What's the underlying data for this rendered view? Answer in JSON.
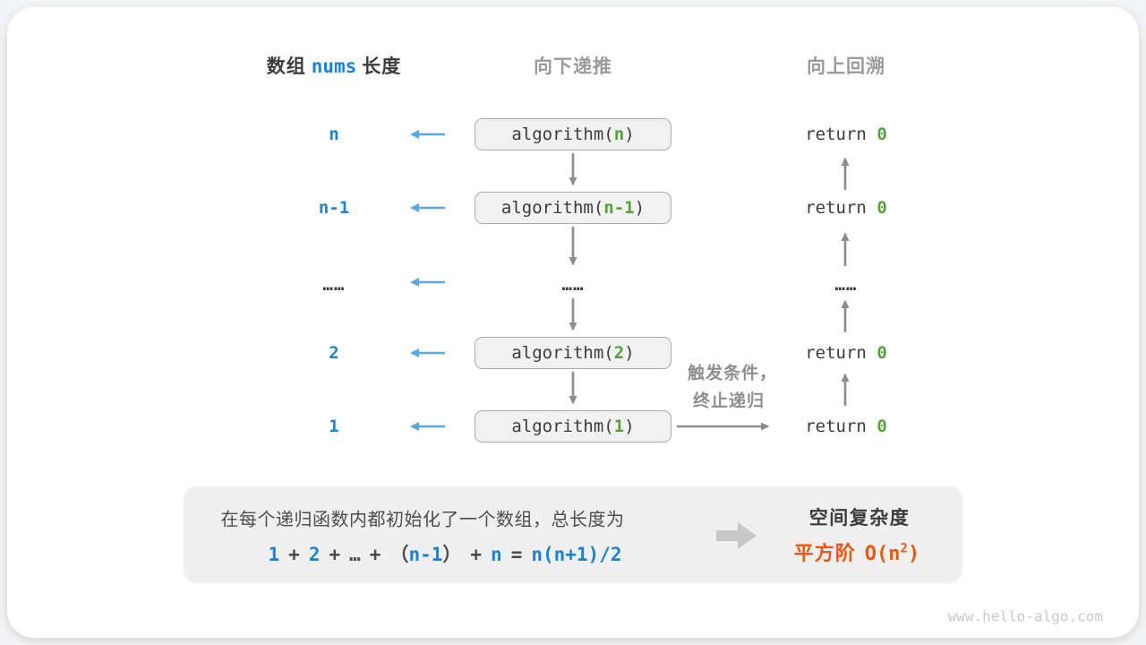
{
  "colors": {
    "blue": "#1e82d2",
    "green": "#56a03c",
    "orange": "#ee5611",
    "arrow_blue": "#5aa7e8",
    "arrow_gray": "#8c8c8c",
    "box_fill": "#f1f1f1",
    "summary_fill": "#efefef"
  },
  "headers": {
    "left_prefix": "数组",
    "left_code": "nums",
    "left_suffix": "长度",
    "middle": "向下递推",
    "right": "向上回溯"
  },
  "code": {
    "call_prefix": "algorithm(",
    "call_close": ")",
    "return_kw": "return ",
    "return_val": "0",
    "dots": "……"
  },
  "rows": [
    {
      "label": "n",
      "arg": "n"
    },
    {
      "label": "n-1",
      "arg": "n-1"
    },
    {
      "label": "……"
    },
    {
      "label": "2",
      "arg": "2"
    },
    {
      "label": "1",
      "arg": "1"
    }
  ],
  "annotation": {
    "line1": "触发条件，",
    "line2": "终止递归"
  },
  "summary": {
    "line1": "在每个递归函数内都初始化了一个数组，总长度为",
    "formula": {
      "p1": "1",
      "op1": "+",
      "p2": "2",
      "op2": "+",
      "dots": "…",
      "op3": "+",
      "open": "（",
      "p3": "n-1",
      "close": "）",
      "op4": "+",
      "p4": "n",
      "eq": "=",
      "p5": "n(n+1)/2"
    }
  },
  "result": {
    "title": "空间复杂度",
    "grade": "平方阶",
    "o_prefix": "O(n",
    "o_sup": "2",
    "o_close": ")"
  },
  "watermark": "www.hello-algo.com"
}
